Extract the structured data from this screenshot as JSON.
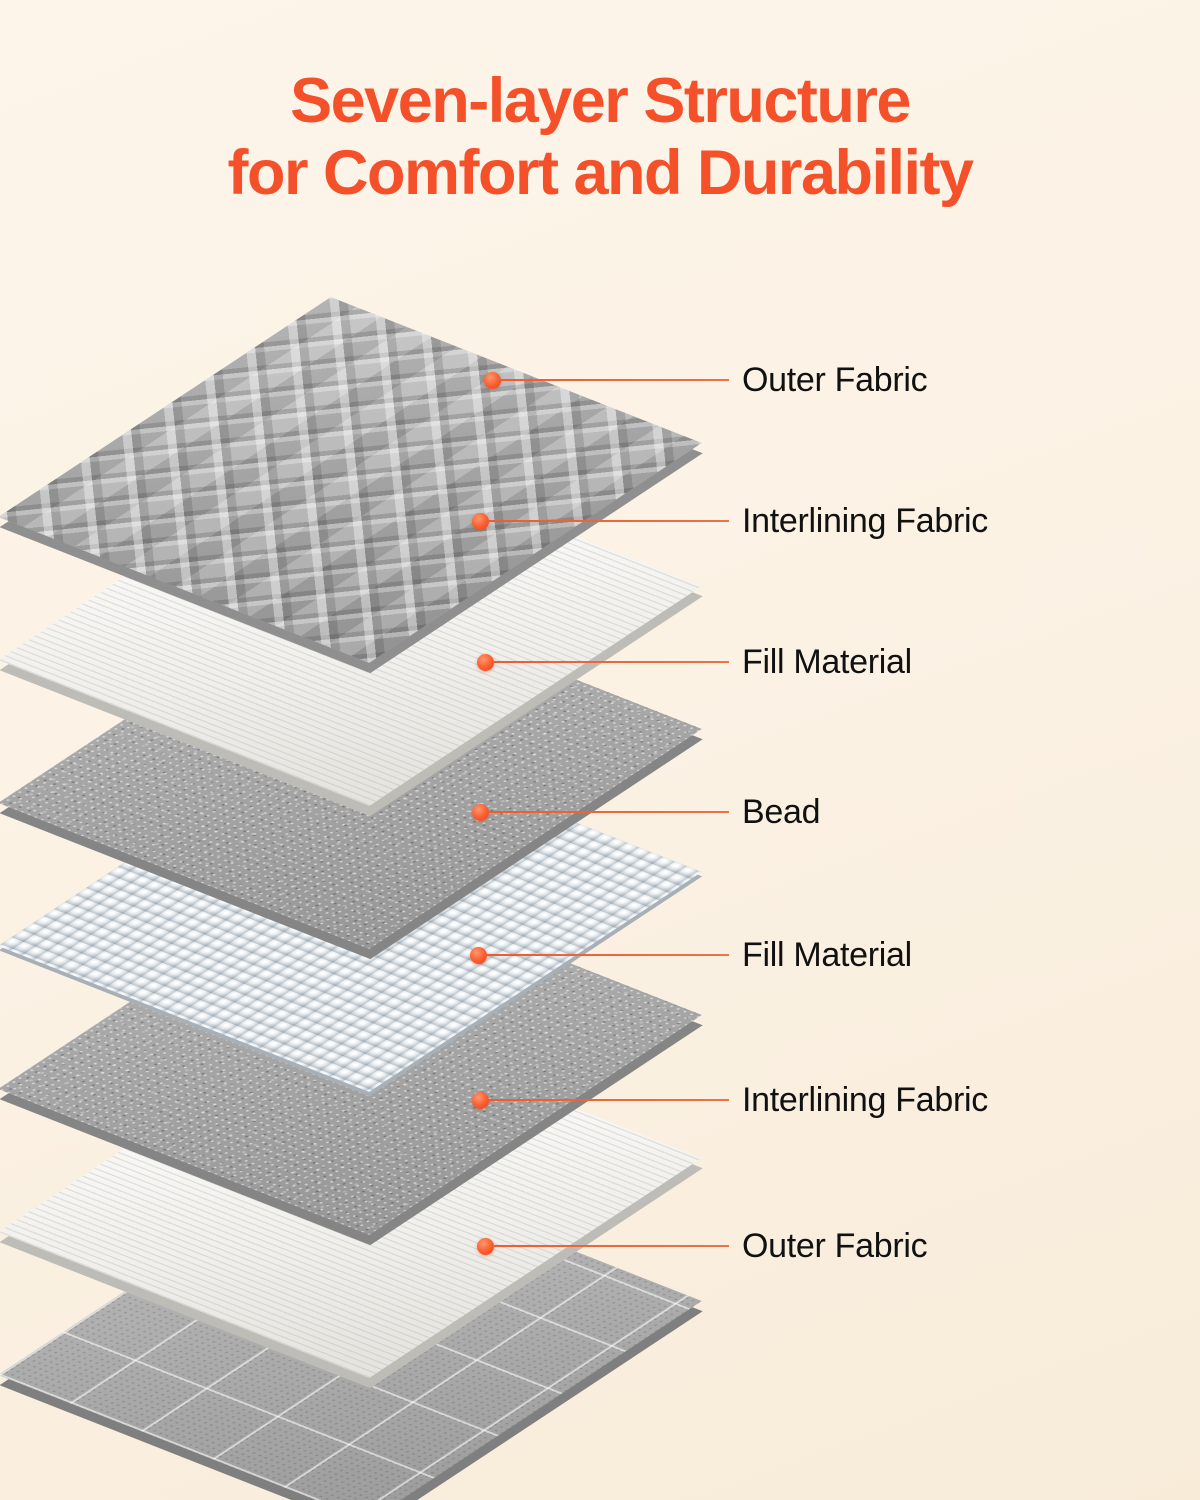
{
  "title": {
    "line1": "Seven-layer Structure",
    "line2": "for Comfort and Durability"
  },
  "colors": {
    "accent": "#F4502A",
    "background": "#FBF1E3",
    "callout_line": "#E8744A",
    "label_text": "#111111"
  },
  "layers": [
    {
      "name": "outer-fabric-top",
      "label": "Outer Fabric",
      "texture": "braided-gray-fabric"
    },
    {
      "name": "interlining-fabric-top",
      "label": "Interlining Fabric",
      "texture": "white-ribbed-fabric"
    },
    {
      "name": "fill-material-top",
      "label": "Fill Material",
      "texture": "heather-gray-fill"
    },
    {
      "name": "bead",
      "label": "Bead",
      "texture": "bead-sheet"
    },
    {
      "name": "fill-material-bottom",
      "label": "Fill Material",
      "texture": "heather-gray-fill"
    },
    {
      "name": "interlining-fabric-bottom",
      "label": "Interlining Fabric",
      "texture": "white-ribbed-fabric"
    },
    {
      "name": "outer-fabric-bottom",
      "label": "Outer Fabric",
      "texture": "gray-grid-fabric"
    }
  ]
}
